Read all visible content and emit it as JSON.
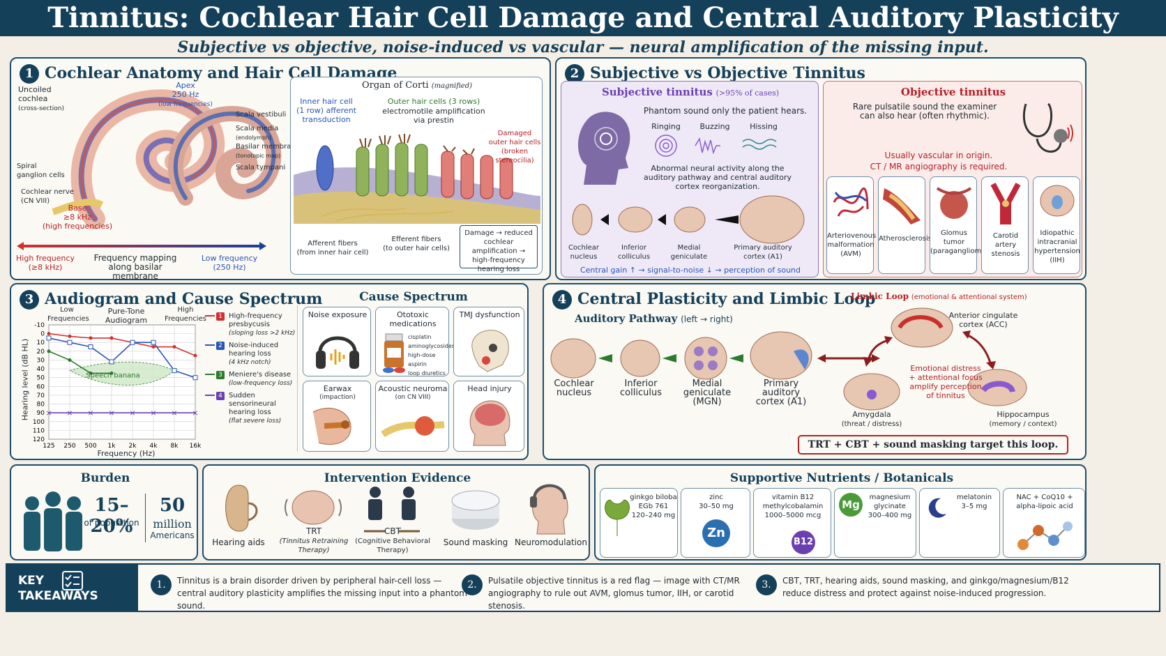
{
  "header": {
    "title": "Tinnitus: Cochlear Hair Cell Damage and Central Auditory Plasticity",
    "subtitle": "Subjective vs objective, noise-induced vs vascular — neural amplification of the missing input."
  },
  "p1": {
    "num": "1",
    "title": "Cochlear Anatomy and Hair Cell Damage",
    "uncoiled": "Uncoiled cochlea",
    "cross": "(cross-section)",
    "apex": "Apex",
    "apex_hz": "250 Hz",
    "apex_note": "(low frequencies)",
    "sv": "Scala vestibuli",
    "sm": "Scala media",
    "sm_note": "(endolymph)",
    "bm": "Basilar membrane",
    "bm_note": "(tonotopic map)",
    "st": "Scala tympani",
    "sg": "Spiral ganglion cells",
    "cn": "Cochlear nerve",
    "cn_note": "(CN VIII)",
    "base": "Base",
    "base_hz": "≥8 kHz",
    "base_note": "(high frequencies)",
    "high_freq": "High frequency",
    "high_freq_hz": "(≥8 kHz)",
    "freq_map": "Frequency mapping along basilar membrane",
    "low_freq": "Low frequency",
    "low_freq_hz": "(250 Hz)",
    "corti": "Organ of Corti",
    "corti_note": "(magnified)",
    "ihc": "Inner hair cell (1 row) afferent transduction",
    "ohc": "Outer hair cells (3 rows)",
    "ohc_note": "electromotile amplification via prestin",
    "damaged": "Damaged outer hair cells (broken stereocilia)",
    "aff": "Afferent fibers",
    "aff_note": "(from inner hair cell)",
    "eff": "Efferent fibers",
    "eff_note": "(to outer hair cells)",
    "damage_box": "Damage → reduced cochlear amplification → high-frequency hearing loss"
  },
  "p2": {
    "num": "2",
    "title": "Subjective vs Objective Tinnitus",
    "subj": "Subjective tinnitus",
    "subj_pct": "(>95% of cases)",
    "phantom": "Phantom sound only the patient hears.",
    "ringing": "Ringing",
    "buzzing": "Buzzing",
    "hissing": "Hissing",
    "abnormal": "Abnormal neural activity along the auditory pathway and central auditory cortex reorganization.",
    "path": [
      "Cochlear nucleus",
      "Inferior colliculus",
      "Medial geniculate",
      "Primary auditory cortex (A1)"
    ],
    "gain": "Central gain ↑ → signal-to-noise ↓ → perception of sound",
    "obj": "Objective tinnitus",
    "rare": "Rare pulsatile sound the examiner can also hear (often rhythmic).",
    "vascular": "Usually vascular in origin.",
    "ct": "CT / MR angiography is required.",
    "causes": [
      "Arteriovenous malformation (AVM)",
      "Atherosclerosis",
      "Glomus tumor (paraganglioma)",
      "Carotid artery stenosis",
      "Idiopathic intracranial hypertension (IIH)"
    ]
  },
  "p3": {
    "num": "3",
    "title": "Audiogram and Cause Spectrum",
    "low_f": "Low Frequencies",
    "pta": "Pure-Tone Audiogram",
    "high_f": "High Frequencies",
    "ylabel": "Hearing level (dB HL)",
    "xlabel": "Frequency (Hz)",
    "banana": "Speech banana",
    "legend": [
      {
        "n": "1",
        "t": "High-frequency presbycusis",
        "s": "(sloping loss >2 kHz)",
        "c": "#d13030"
      },
      {
        "n": "2",
        "t": "Noise-induced hearing loss",
        "s": "(4 kHz notch)",
        "c": "#2a55b5"
      },
      {
        "n": "3",
        "t": "Meniere's disease",
        "s": "(low-frequency loss)",
        "c": "#2c7a2c"
      },
      {
        "n": "4",
        "t": "Sudden sensorineural hearing loss",
        "s": "(flat severe loss)",
        "c": "#6a3fb0"
      }
    ],
    "cause_title": "Cause Spectrum",
    "cause": [
      "Noise exposure",
      "Ototoxic medications",
      "TMJ dysfunction",
      "Earwax",
      "Acoustic neuroma",
      "Head injury"
    ],
    "cause_sub": [
      "",
      "",
      "",
      "(impaction)",
      "(on CN VIII)",
      ""
    ],
    "meds": [
      "cisplatin",
      "aminoglycosides",
      "high-dose aspirin",
      "loop diuretics"
    ]
  },
  "chart_data": {
    "type": "line",
    "title": "Pure-Tone Audiogram",
    "xlabel": "Frequency (Hz)",
    "ylabel": "Hearing level (dB HL)",
    "categories": [
      "125",
      "250",
      "500",
      "1k",
      "2k",
      "4k",
      "8k",
      "16k"
    ],
    "yticks": [
      -10,
      0,
      10,
      20,
      30,
      40,
      50,
      60,
      70,
      80,
      90,
      100,
      110,
      120
    ],
    "ylim": [
      -10,
      120
    ],
    "y_inverted": true,
    "series": [
      {
        "name": "High-frequency presbycusis",
        "color": "#d13030",
        "values": [
          0,
          3,
          5,
          5,
          10,
          15,
          15,
          25
        ]
      },
      {
        "name": "Noise-induced hearing loss",
        "color": "#2a55b5",
        "values": [
          5,
          10,
          15,
          32,
          10,
          10,
          42,
          50
        ]
      },
      {
        "name": "Meniere's disease",
        "color": "#2c7a2c",
        "values": [
          20,
          30,
          45,
          45,
          null,
          null,
          null,
          null
        ]
      },
      {
        "name": "Sudden sensorineural hearing loss",
        "color": "#6a3fb0",
        "values": [
          90,
          90,
          90,
          90,
          90,
          90,
          90,
          90
        ]
      }
    ]
  },
  "p4": {
    "num": "4",
    "title": "Central Plasticity and Limbic Loop",
    "path_title": "Auditory Pathway",
    "path_dir": "(left → right)",
    "nodes": [
      "Cochlear nucleus",
      "Inferior colliculus",
      "Medial geniculate (MGN)",
      "Primary auditory cortex (A1)"
    ],
    "limbic": "Limbic Loop",
    "limbic_note": "(emotional & attentional system)",
    "acc": "Anterior cingulate cortex (ACC)",
    "emo": "Emotional distress + attentional focus amplify perception of tinnitus",
    "amyg": "Amygdala",
    "amyg_note": "(threat / distress)",
    "hippo": "Hippocampus",
    "hippo_note": "(memory / context)",
    "target": "TRT + CBT + sound masking target this loop."
  },
  "burden": {
    "title": "Burden",
    "pct": "15–20%",
    "pct_note": "of population",
    "num": "50",
    "num_unit": "million",
    "num_note": "Americans"
  },
  "interv": {
    "title": "Intervention Evidence",
    "items": [
      "Hearing aids",
      "TRT",
      "CBT",
      "Sound masking",
      "Neuromodulation"
    ],
    "notes": [
      "",
      "(Tinnitus Retraining Therapy)",
      "(Cognitive Behavioral Therapy)",
      "",
      ""
    ]
  },
  "nutr": {
    "title": "Supportive Nutrients / Botanicals",
    "items": [
      [
        "ginkgo biloba",
        "EGb 761",
        "120–240 mg"
      ],
      [
        "zinc",
        "30–50 mg",
        ""
      ],
      [
        "vitamin B12",
        "methylcobalamin",
        "1000–5000 mcg"
      ],
      [
        "magnesium",
        "glycinate",
        "300–400 mg"
      ],
      [
        "melatonin",
        "3–5 mg",
        ""
      ],
      [
        "NAC + CoQ10 +",
        "alpha-lipoic acid",
        ""
      ]
    ],
    "zn": "Zn",
    "b12": "B12",
    "mg": "Mg"
  },
  "takeaways": {
    "label1": "KEY",
    "label2": "TAKEAWAYS",
    "items": [
      {
        "n": "1.",
        "a": "Tinnitus is a brain disorder driven by peripheral hair-cell loss —",
        "b": "central auditory plasticity amplifies the missing input into a phantom sound."
      },
      {
        "n": "2.",
        "a": "Pulsatile objective tinnitus is a red flag — image with CT/MR",
        "b": "angiography to rule out AVM, glomus tumor, IIH, or carotid stenosis."
      },
      {
        "n": "3.",
        "a": "CBT, TRT, hearing aids, sound masking, and ginkgo/magnesium/B12",
        "b": "reduce distress and protect against noise-induced progression."
      }
    ]
  },
  "colors": {
    "navy": "#14405a",
    "red": "#b51f26",
    "blue": "#2a55b5",
    "green": "#2c7a2c",
    "purple": "#6a3fb0"
  }
}
